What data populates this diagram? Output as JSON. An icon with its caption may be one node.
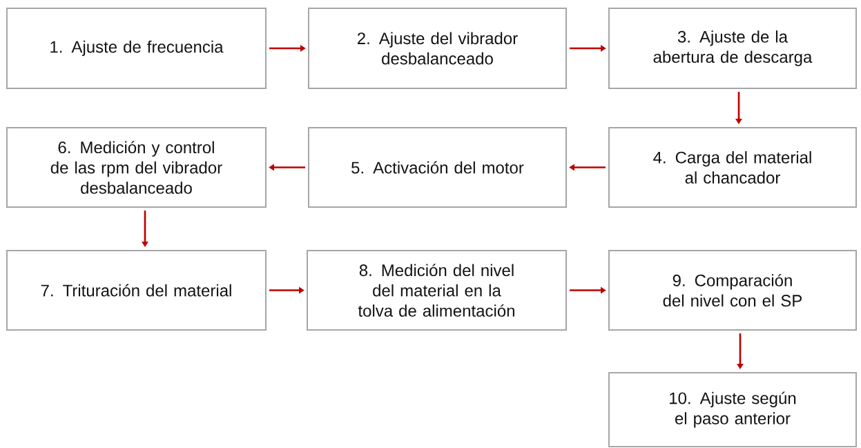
{
  "diagram": {
    "nodes": [
      {
        "text": [
          "1. Ajuste de frecuencia"
        ]
      },
      {
        "text": [
          "2. Ajuste del vibrador desbalanceado"
        ]
      },
      {
        "text": [
          "3. Ajuste de la abertura de descarga"
        ]
      },
      {
        "text": [
          "4. Carga del material al chancador"
        ]
      },
      {
        "text": [
          "5. Activación del motor"
        ]
      },
      {
        "text": [
          "6. Medición y control de las rpm del vibrador desbalanceado"
        ]
      },
      {
        "text": [
          "7. Trituración del material"
        ]
      },
      {
        "text": [
          "8. Medición del nivel del material en la tolva de alimentación"
        ]
      },
      {
        "text": [
          "9. Comparación del nivel con el SP"
        ]
      },
      {
        "text": [
          "10. Ajuste según el paso anterior"
        ]
      }
    ],
    "edges": [
      {
        "from": 0,
        "to": 1,
        "arrow": "to"
      },
      {
        "from": 1,
        "to": 2,
        "arrow": "to"
      },
      {
        "from": 2,
        "to": 3,
        "arrow": "to"
      },
      {
        "from": 3,
        "to": 4,
        "arrow": "to"
      },
      {
        "from": 4,
        "to": 5,
        "arrow": "to"
      },
      {
        "from": 5,
        "to": 6,
        "arrow": "to"
      },
      {
        "from": 6,
        "to": 7,
        "arrow": "to"
      },
      {
        "from": 7,
        "to": 8,
        "arrow": "to"
      },
      {
        "from": 8,
        "to": 9,
        "arrow": "to"
      }
    ]
  }
}
